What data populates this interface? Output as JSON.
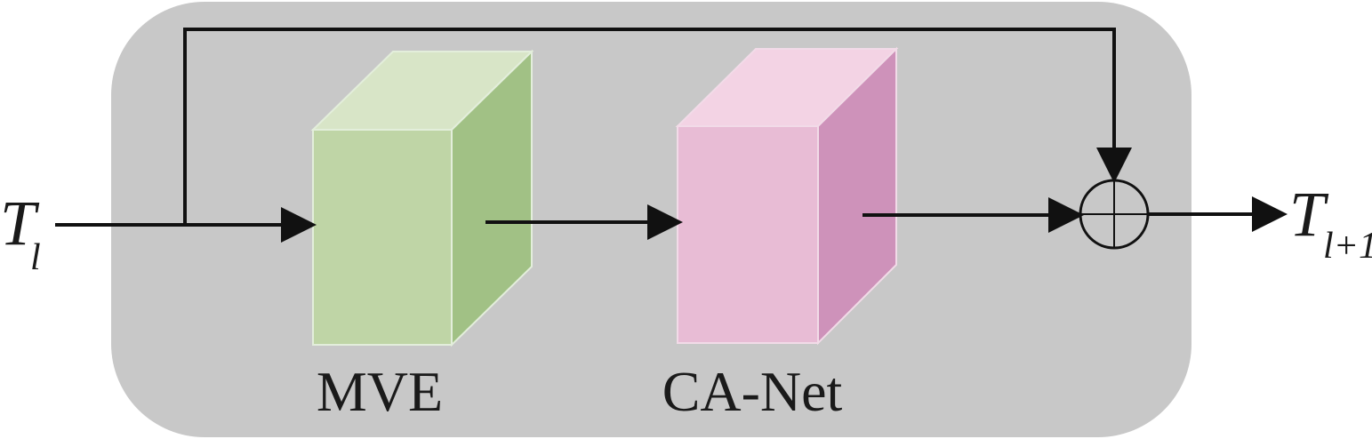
{
  "colors": {
    "background_panel": "#c8c8c8",
    "mve_front": "#bfd5a6",
    "mve_top": "#d8e5c7",
    "mve_side": "#a1c185",
    "canet_front": "#e8bcd5",
    "canet_top": "#f3d3e4",
    "canet_side": "#ce92ba",
    "line": "#111111"
  },
  "input_label": {
    "main": "T",
    "subscript": "l"
  },
  "output_label": {
    "main": "T",
    "subscript": "l+1"
  },
  "blocks": {
    "mve": {
      "label": "MVE"
    },
    "canet": {
      "label": "CA-Net"
    }
  },
  "operator": {
    "type": "elementwise-addition",
    "symbol": "circled-plus-icon"
  }
}
